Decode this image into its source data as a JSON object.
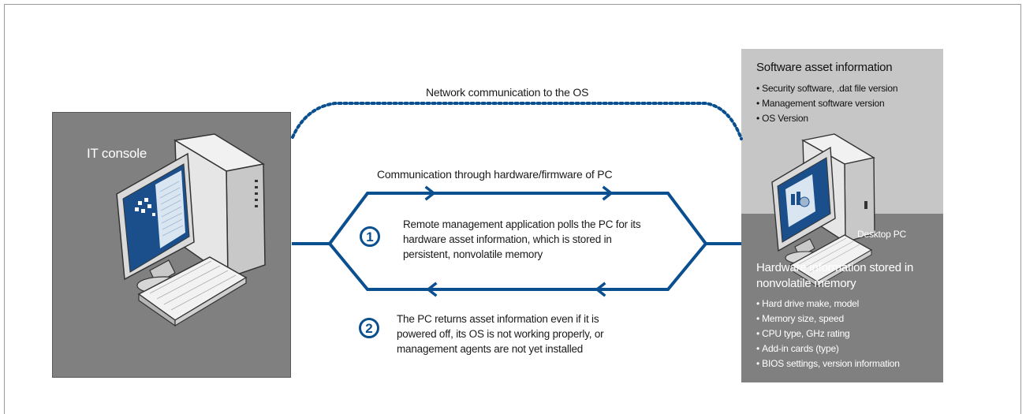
{
  "it_console": {
    "label": "IT console"
  },
  "network_comm": {
    "label": "Network communication to the OS"
  },
  "hardware_comm": {
    "label": "Communication through hardware/firmware of PC"
  },
  "step1": {
    "number": "1",
    "text": "Remote management application polls the PC for its hardware asset information, which is stored in persistent, nonvolatile memory"
  },
  "step2": {
    "number": "2",
    "text": "The PC returns asset information even if it is powered off, its OS is not working properly, or management agents are not yet installed"
  },
  "software_asset": {
    "title": "Software asset information",
    "items": [
      "Security software, .dat file version",
      "Management software version",
      "OS Version"
    ]
  },
  "desktop": {
    "label": "Desktop PC"
  },
  "hardware_info": {
    "title": "Hardware information stored in nonvolatile memory",
    "items": [
      "Hard drive make, model",
      "Memory size, speed",
      "CPU type, GHz rating",
      "Add-in cards (type)",
      "BIOS settings, version information"
    ]
  },
  "colors": {
    "flow_blue": "#0a4f8f",
    "panel_gray": "#808080",
    "software_panel": "#c6c6c6",
    "screen_blue": "#1b4f8c"
  }
}
